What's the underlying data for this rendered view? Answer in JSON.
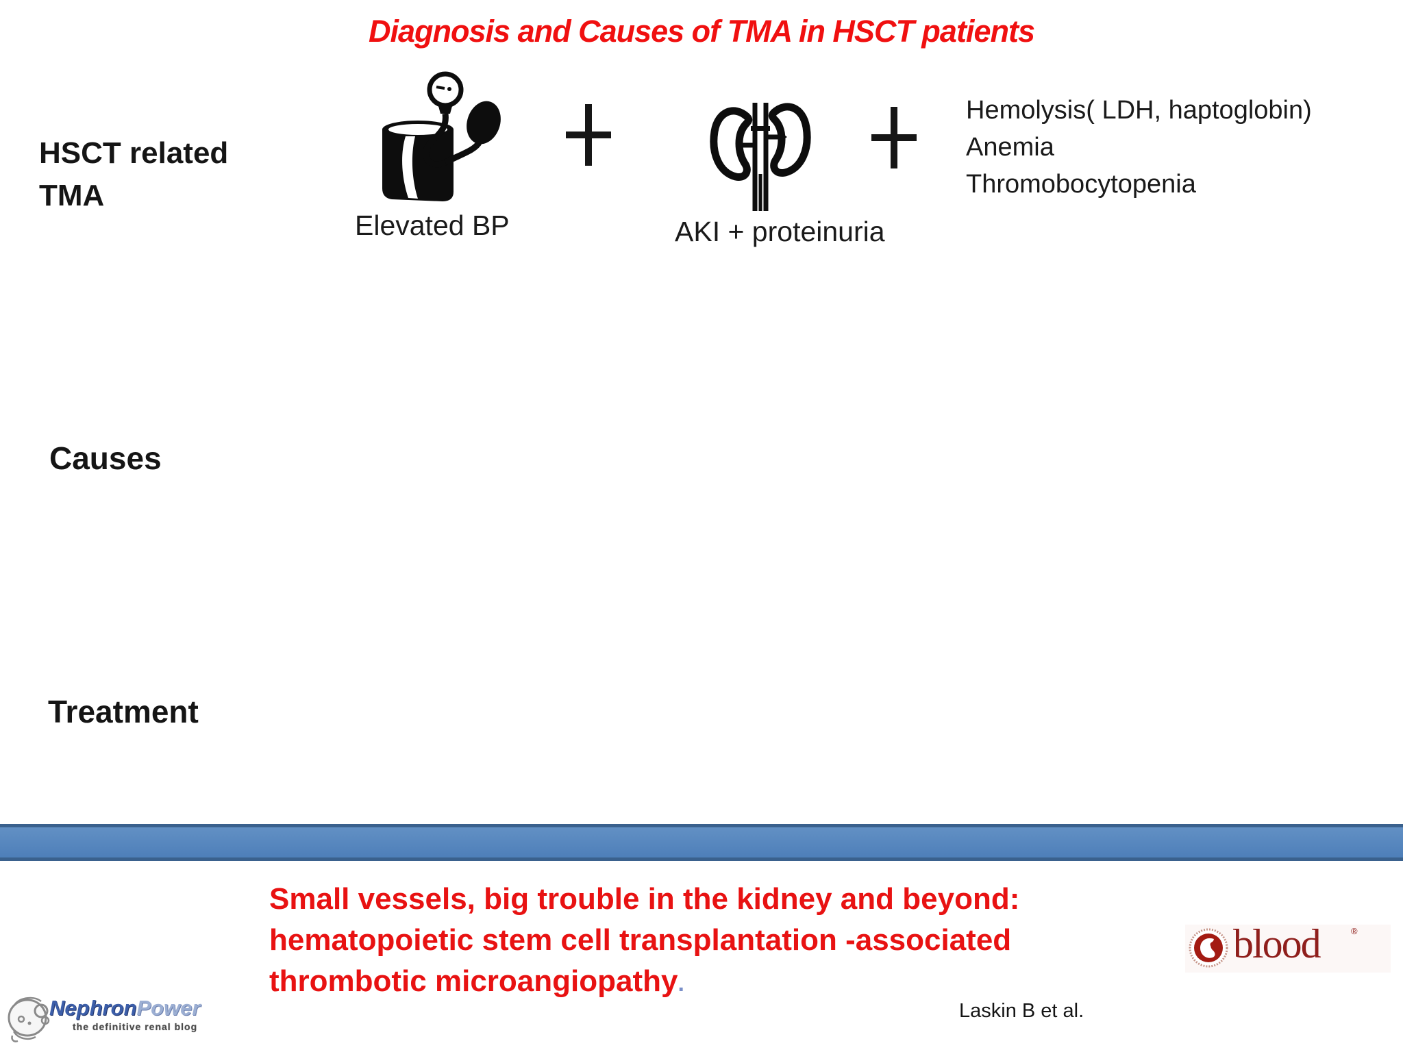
{
  "slide": {
    "title": "Diagnosis and Causes of TMA in HSCT patients",
    "row_labels": {
      "hsct_line1": "HSCT related",
      "hsct_line2": "TMA",
      "causes": "Causes",
      "treatment": "Treatment"
    },
    "diagnosis_row": {
      "bp_caption": "Elevated BP",
      "plus": "+",
      "kidney_caption": "AKI + proteinuria",
      "labs_line1": "Hemolysis( LDH, haptoglobin)",
      "labs_line2": "Anemia",
      "labs_line3": "Thromobocytopenia"
    },
    "citation": {
      "paper_line1": "Small vessels, big trouble in the kidney and beyond:",
      "paper_line2": "hematopoietic stem cell transplantation -associated",
      "paper_line3": "thrombotic microangiopathy",
      "paper_period": ".",
      "authors": "Laskin B et al."
    },
    "logos": {
      "blood_word": "blood",
      "blood_reg": "®",
      "nephron_part1": "Nephron",
      "nephron_part2": "Power",
      "nephron_tagline": "the definitive renal blog"
    },
    "colors": {
      "title_red": "#f01010",
      "citation_red": "#e81212",
      "bar_fill": "#4f81bd",
      "bar_border": "#3a618d",
      "blood_red": "#8f1f1c",
      "nephron_blue": "#3c5ea9",
      "nephron_light_blue": "#9cafd3"
    }
  }
}
